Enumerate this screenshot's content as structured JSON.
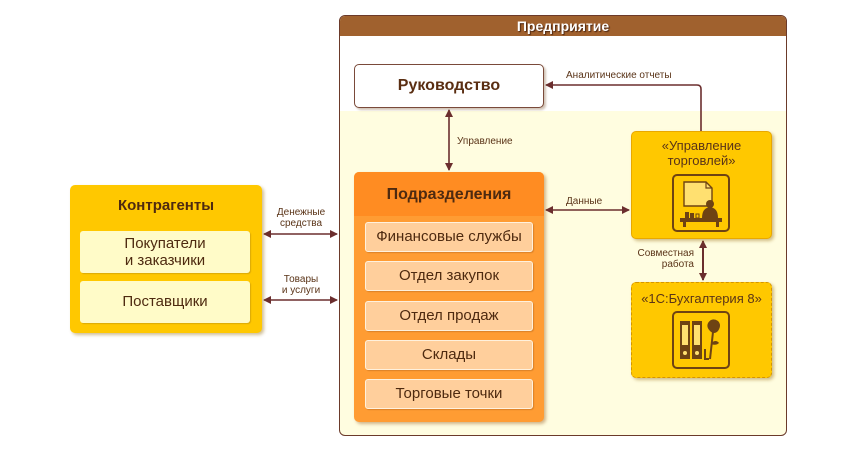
{
  "enterprise": {
    "title": "Предприятие",
    "management": "Руководство",
    "divisions": {
      "title": "Подразделения",
      "items": [
        "Финансовые службы",
        "Отдел закупок",
        "Отдел продаж",
        "Склады",
        "Торговые точки"
      ]
    },
    "products": {
      "trade_management": {
        "line1": "«Управление",
        "line2": "торговлей»",
        "icon": "desk-with-document-icon"
      },
      "accounting": {
        "title": "«1С:Бухгалтерия 8»",
        "icon": "binders-and-rose-icon"
      }
    }
  },
  "counterparts": {
    "title": "Контрагенты",
    "items": [
      {
        "line1": "Покупатели",
        "line2": "и заказчики"
      },
      {
        "line1": "Поставщики"
      }
    ]
  },
  "connections": {
    "analytics": "Аналитические отчеты",
    "control": "Управление",
    "data": "Данные",
    "cooperation_line1": "Совместная",
    "cooperation_line2": "работа",
    "money_line1": "Денежные",
    "money_line2": "средства",
    "goods_line1": "Товары",
    "goods_line2": "и услуги"
  },
  "colors": {
    "header": "#a0612e",
    "divisions": "#ff9c33",
    "counterparts": "#ffc800",
    "arrow": "#6b2e2e",
    "background": "#fffde0"
  }
}
